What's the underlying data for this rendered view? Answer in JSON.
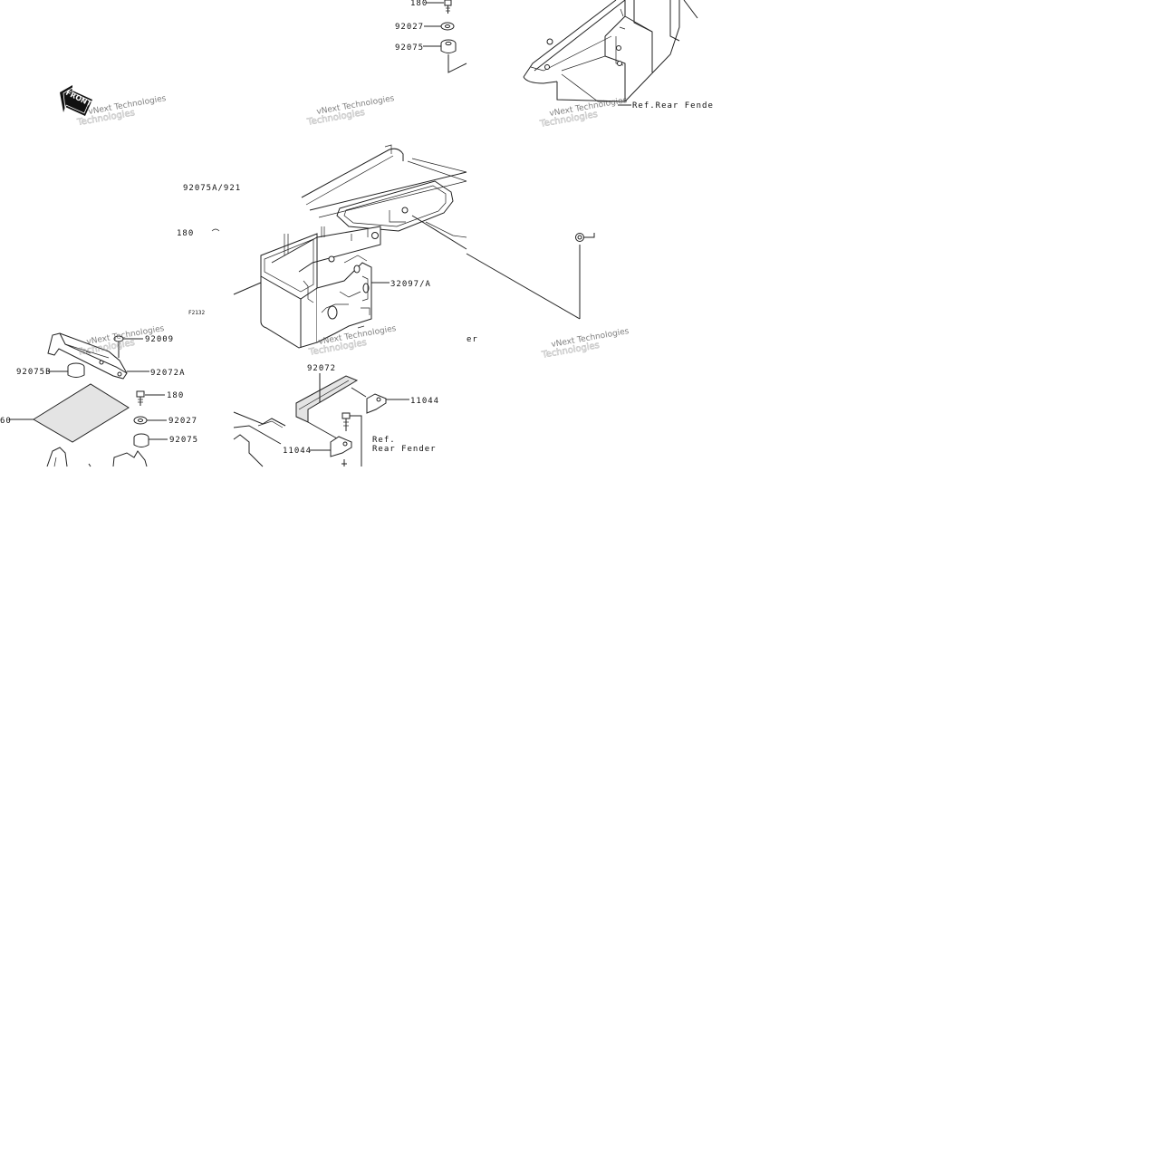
{
  "front_badge": "FRONT",
  "watermark": {
    "line1": "vNext Technologies",
    "line2": "Technologies"
  },
  "callouts": {
    "c180_top": "180",
    "c92027_top": "92027",
    "c92075_top": "92075",
    "ref_rear_fender_top": "Ref.Rear Fende",
    "c92075a": "92075A/921",
    "c180_mid": "180",
    "c32097a": "32097/A",
    "f2132": "F2132",
    "er_fragment": "er",
    "c92009": "92009",
    "c92075b": "92075B",
    "c92072a": "92072A",
    "c180_low": "180",
    "c60": "60",
    "c92027_low": "92027",
    "c92075_low": "92075",
    "c92072": "92072",
    "c11044_right": "11044",
    "c11044_left": "11044",
    "ref_label": "Ref.",
    "rear_fender_label": "Rear Fender"
  }
}
